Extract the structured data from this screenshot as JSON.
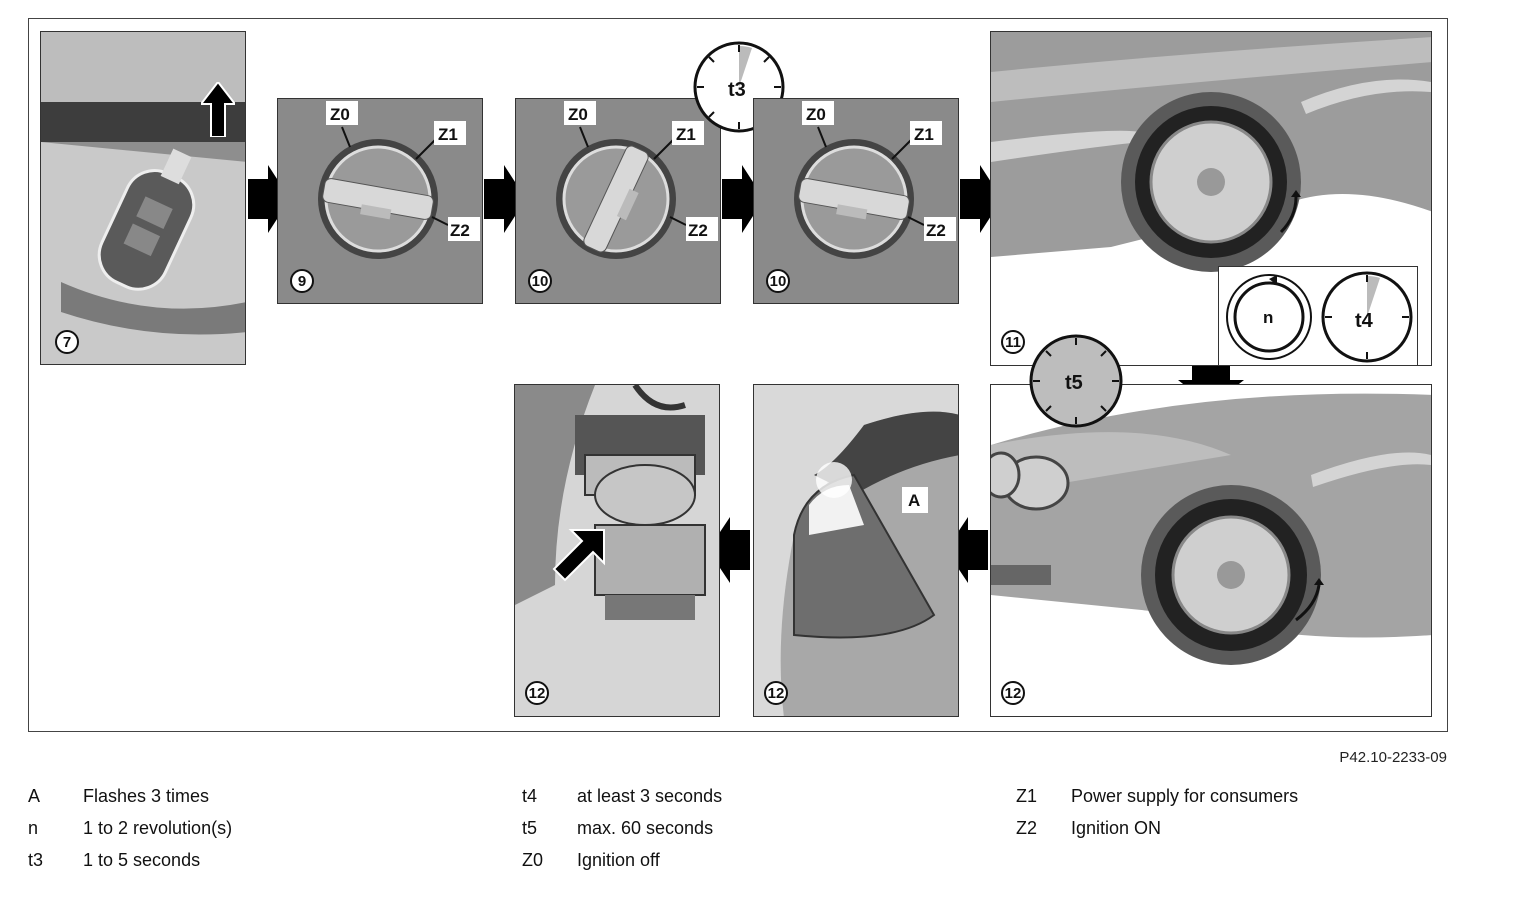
{
  "figure_ref": "P42.10-2233-09",
  "steps": {
    "s7": "7",
    "s9": "9",
    "s10a": "10",
    "s10b": "10",
    "s11": "11",
    "s12a": "12",
    "s12b": "12",
    "s12c": "12"
  },
  "callouts": {
    "z0": "Z0",
    "z1": "Z1",
    "z2": "Z2",
    "a": "A",
    "t3": "t3",
    "t4": "t4",
    "t5": "t5",
    "n": "n"
  },
  "legend": {
    "col1": [
      {
        "sym": "A",
        "text": "Flashes 3 times"
      },
      {
        "sym": "n",
        "text": "1 to 2 revolution(s)"
      },
      {
        "sym": "t3",
        "text": "1 to 5 seconds"
      }
    ],
    "col2": [
      {
        "sym": "t4",
        "text": "at least 3 seconds"
      },
      {
        "sym": "t5",
        "text": "max. 60 seconds"
      },
      {
        "sym": "Z0",
        "text": "Ignition off"
      }
    ],
    "col3": [
      {
        "sym": "Z1",
        "text": "Power supply for consumers"
      },
      {
        "sym": "Z2",
        "text": "Ignition ON"
      }
    ]
  },
  "colors": {
    "photo_dark": "#6b6b6b",
    "photo_mid": "#a8a8a8",
    "photo_light": "#d6d6d6",
    "arrow": "#000000"
  }
}
